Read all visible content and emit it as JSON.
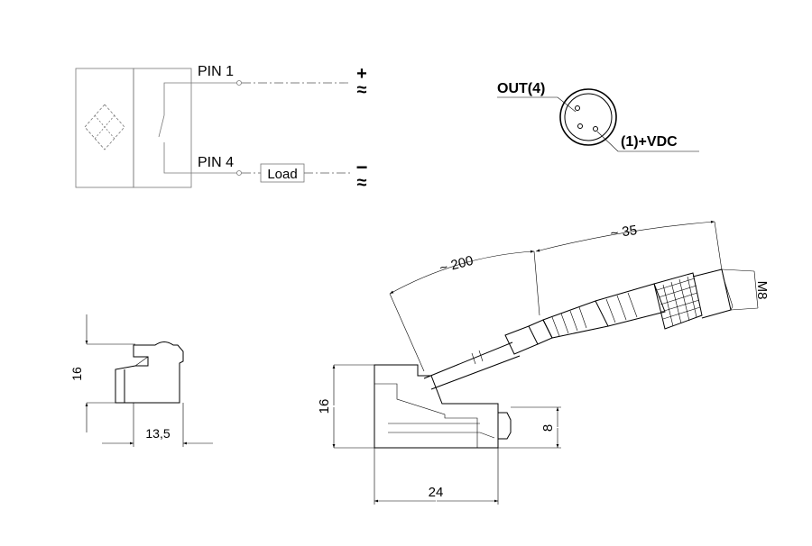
{
  "wiring": {
    "pin1": "PIN 1",
    "pin4": "PIN 4",
    "load": "Load",
    "plus_symbol": "+",
    "minus_symbol": "−",
    "ac_symbol": "≈"
  },
  "connector_pinout": {
    "out_label": "OUT(4)",
    "vdc_label": "(1)+VDC"
  },
  "side_view": {
    "height_dim": "16",
    "width_dim": "13,5"
  },
  "cable_view": {
    "cable_length_dim": "~ 200",
    "connector_length_dim": "~ 35",
    "thread_label": "M8",
    "height_dim": "16",
    "offset_dim": "8",
    "width_dim": "24"
  }
}
